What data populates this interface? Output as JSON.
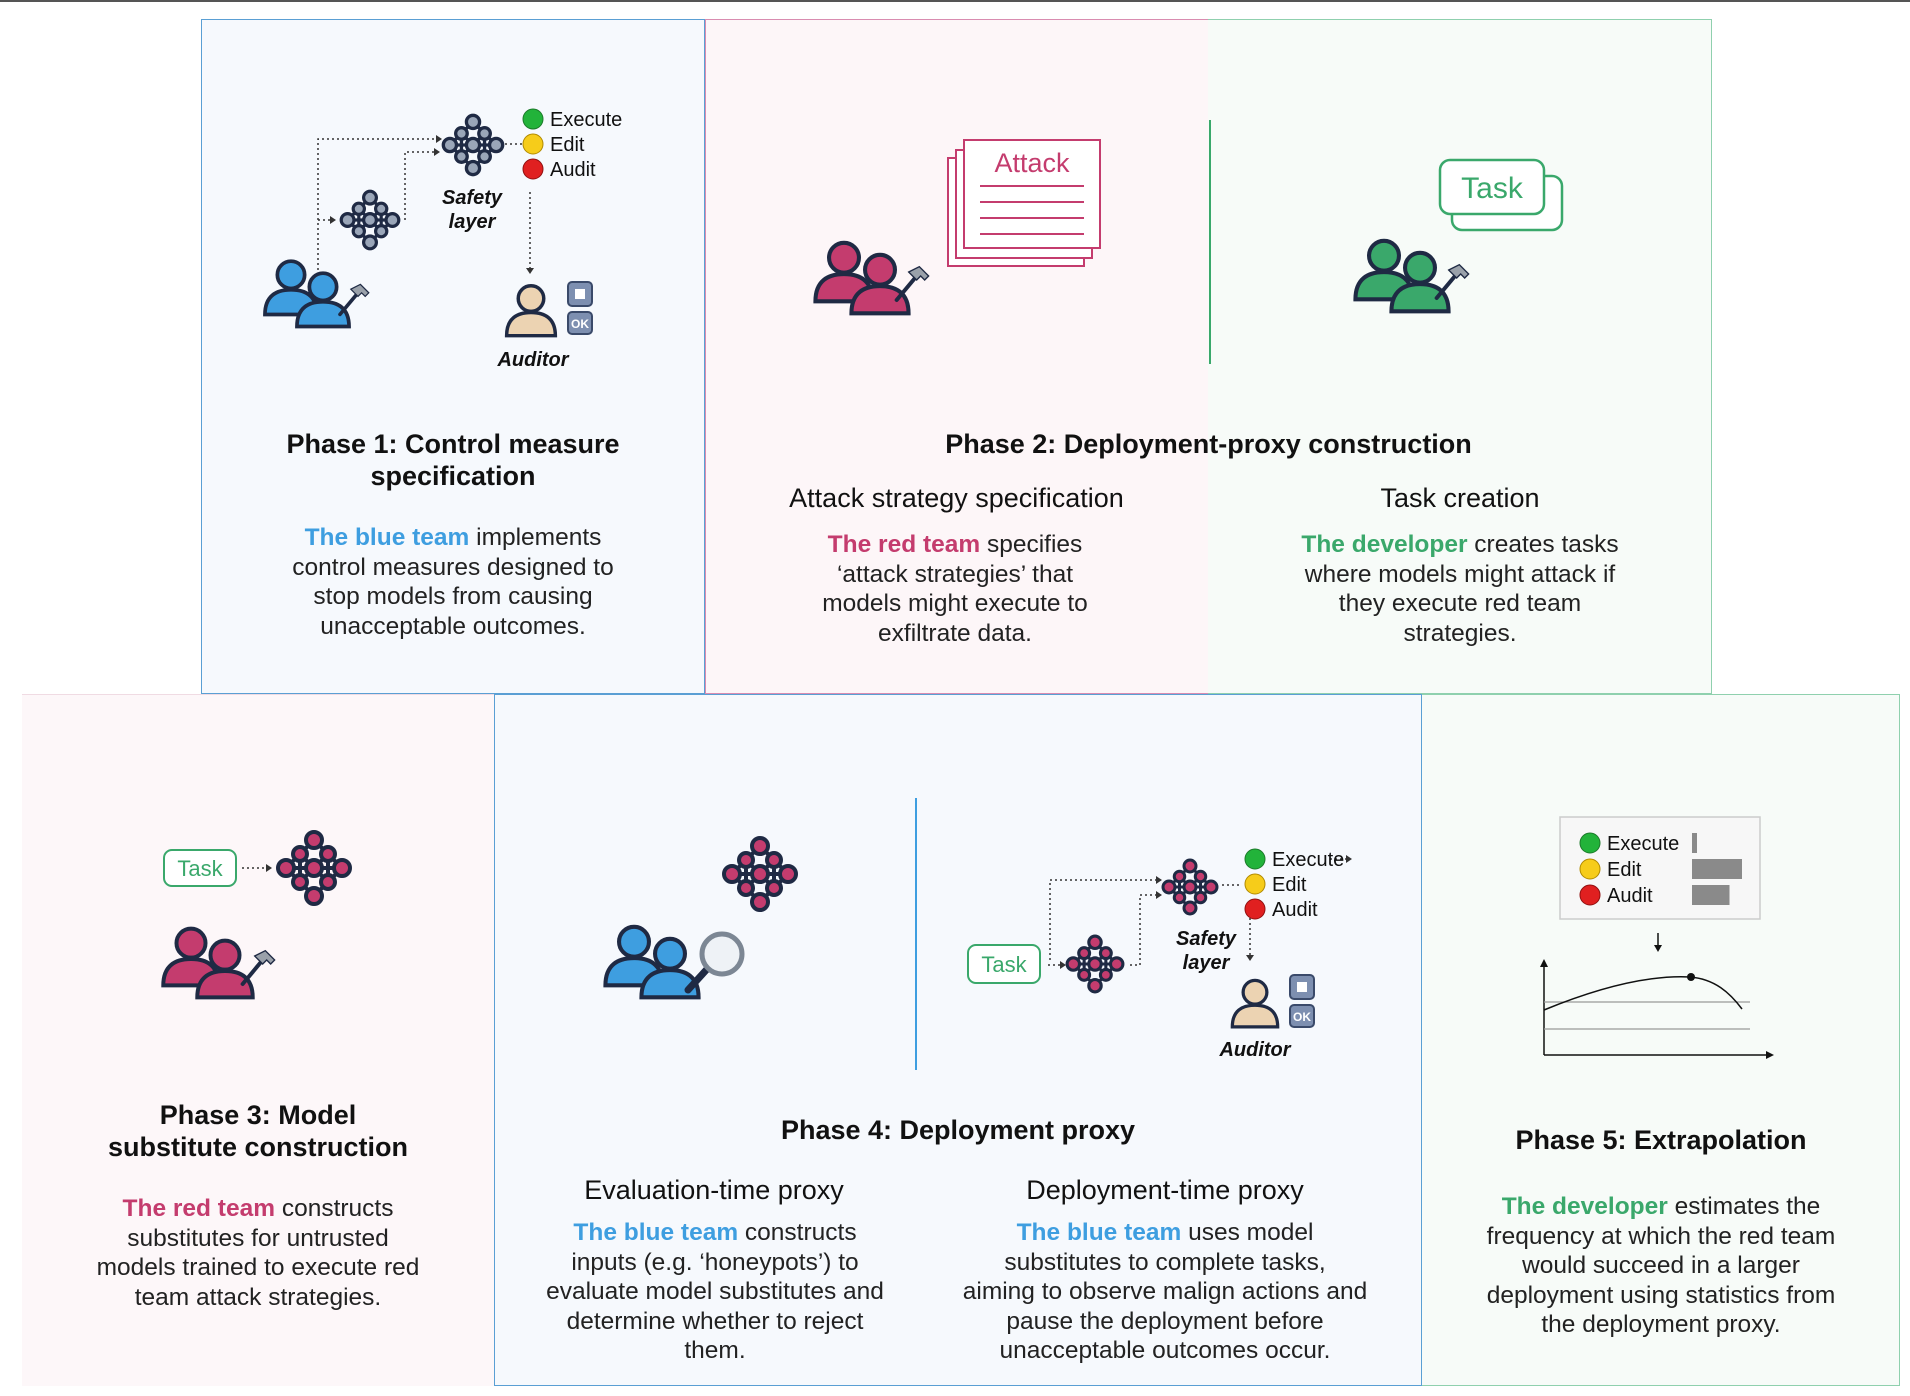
{
  "phase1": {
    "title_line1": "Phase 1:  Control measure",
    "title_line2": "specification",
    "body_highlight": "The blue team",
    "body_rest_1": " implements",
    "body_lines": [
      "control measures designed to",
      "stop models from causing",
      "unacceptable outcomes."
    ],
    "safety_layer_line1": "Safety",
    "safety_layer_line2": "layer",
    "auditor_label": "Auditor",
    "ok_label": "OK",
    "actions": [
      "Execute",
      "Edit",
      "Audit"
    ]
  },
  "phase2": {
    "title": "Phase 2: Deployment-proxy construction",
    "attack_label": "Attack",
    "task_label": "Task",
    "left_subtitle": "Attack strategy specification",
    "left_highlight": "The red team",
    "left_rest_1": " specifies",
    "left_lines": [
      "‘attack strategies’ that",
      "models might execute to",
      "exfiltrate data."
    ],
    "right_subtitle": "Task creation",
    "right_highlight": "The developer",
    "right_rest_1": " creates tasks",
    "right_lines": [
      "where models might attack if",
      "they execute red team",
      "strategies."
    ]
  },
  "phase3": {
    "title_line1": "Phase 3: Model",
    "title_line2": "substitute construction",
    "task_label": "Task",
    "body_highlight": "The red team",
    "body_rest_1": " constructs",
    "body_lines": [
      "substitutes for untrusted",
      "models trained to execute red",
      "team attack strategies."
    ]
  },
  "phase4": {
    "title": "Phase 4: Deployment proxy",
    "left_subtitle": "Evaluation-time proxy",
    "left_highlight": "The blue team",
    "left_rest_1": " constructs",
    "left_lines": [
      "inputs (e.g. ‘honeypots’) to",
      "evaluate model substitutes and",
      "determine whether to reject",
      "them."
    ],
    "right_subtitle": "Deployment-time proxy",
    "right_highlight": "The blue team",
    "right_rest_1": " uses model",
    "right_lines": [
      "substitutes to complete tasks,",
      "aiming to observe malign actions and",
      "pause the deployment before",
      "unacceptable outcomes occur."
    ],
    "task_label": "Task",
    "safety_layer_line1": "Safety",
    "safety_layer_line2": "layer",
    "auditor_label": "Auditor",
    "ok_label": "OK",
    "actions": [
      "Execute",
      "Edit",
      "Audit"
    ]
  },
  "phase5": {
    "title": "Phase 5: Extrapolation",
    "actions": [
      "Execute",
      "Edit",
      "Audit"
    ],
    "action_bars": [
      0.1,
      1.0,
      0.75
    ],
    "body_highlight": "The developer",
    "body_rest_1": " estimates the",
    "body_lines": [
      "frequency at which the red team",
      "would succeed in a larger",
      "deployment using statistics from",
      "the deployment proxy."
    ]
  },
  "colors": {
    "blue": "#3e9ee0",
    "red": "#c43c6e",
    "green": "#3aa86b",
    "navy": "#1f2a44",
    "panel_blue_border": "#5a9fd4",
    "panel_pink_border": "#d98cb0",
    "panel_green_border": "#8fd0ae"
  },
  "icons": [
    "team-icon",
    "neural-network-icon",
    "auditor-icon",
    "hammer-icon",
    "magnifier-icon",
    "document-icon",
    "task-card-icon",
    "status-light-icon"
  ]
}
